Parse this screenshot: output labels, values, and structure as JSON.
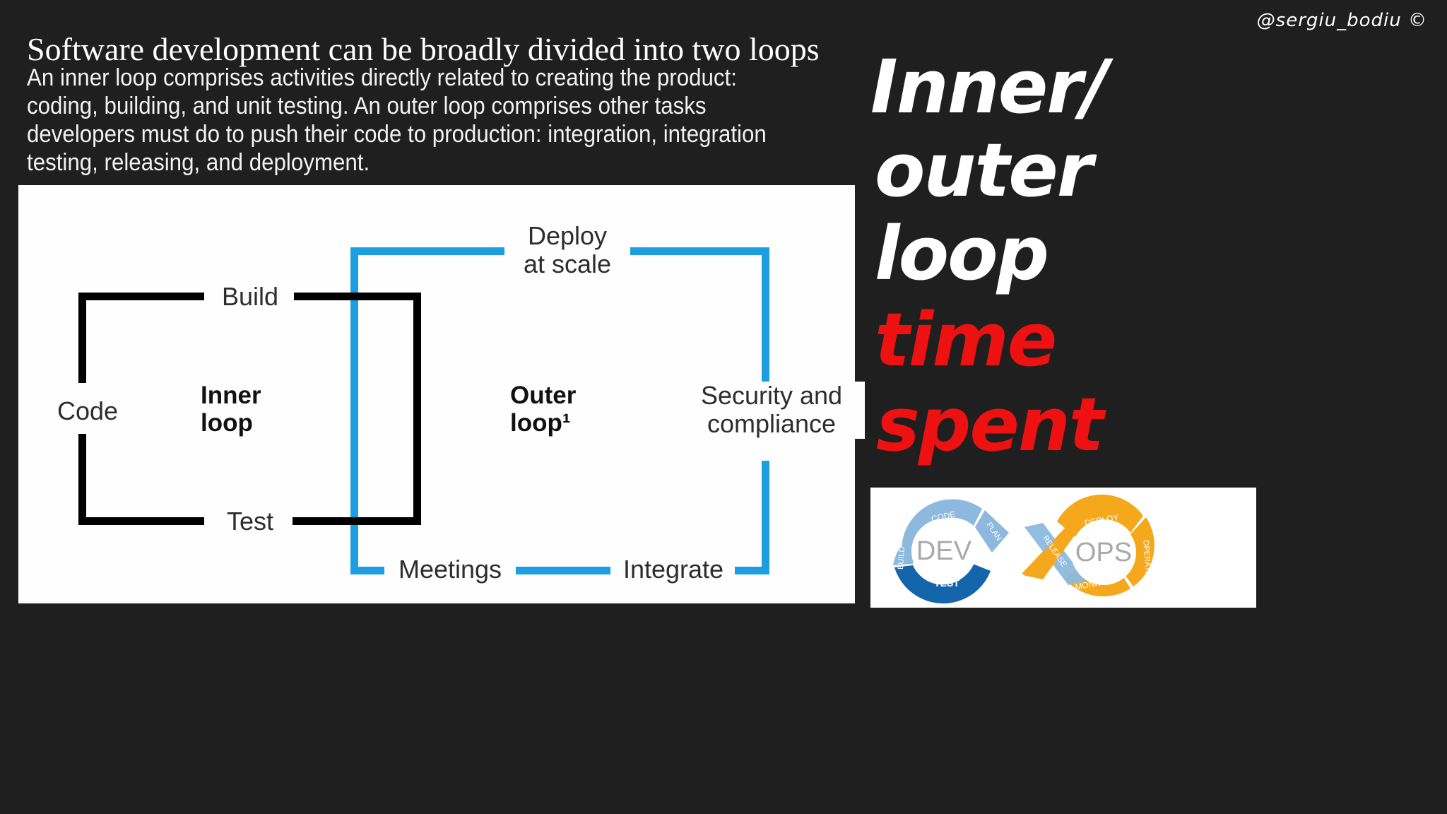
{
  "slide": {
    "title": "Software development can be broadly divided into two loops",
    "body": "An inner loop comprises activities directly related to creating the product: coding, building, and unit testing. An outer loop comprises other tasks developers must do to push their code to production: integration, integration testing, releasing, and deployment."
  },
  "diagram": {
    "inner_loop_label_line1": "Inner",
    "inner_loop_label_line2": "loop",
    "outer_loop_label_line1": "Outer",
    "outer_loop_label_line2": "loop¹",
    "nodes": {
      "code": "Code",
      "build": "Build",
      "test": "Test",
      "deploy_line1": "Deploy",
      "deploy_line2": "at scale",
      "security_line1": "Security and",
      "security_line2": "compliance",
      "integrate": "Integrate",
      "meetings": "Meetings"
    },
    "colors": {
      "inner_loop_stroke": "#000000",
      "outer_loop_stroke": "#1c9ee0",
      "panel_background": "#fefefe",
      "label_text": "#2d2d2d"
    }
  },
  "sidebar": {
    "handle": "@sergiu_bodiu ©",
    "words": [
      {
        "text": "Inner/",
        "color": "#ffffff"
      },
      {
        "text": "outer",
        "color": "#ffffff"
      },
      {
        "text": "loop",
        "color": "#ffffff"
      },
      {
        "text": "time",
        "color": "#ee1111"
      },
      {
        "text": "spent",
        "color": "#ee1111"
      }
    ]
  },
  "devops": {
    "dev_label": "DEV",
    "ops_label": "OPS",
    "dev_stages": [
      "CODE",
      "PLAN",
      "BUILD",
      "TEST"
    ],
    "ops_stages": [
      "DEPLOY",
      "RELEASE",
      "OPERATE",
      "MONITOR"
    ],
    "colors": {
      "dev_light_blue": "#8cb9dd",
      "dev_dark_blue": "#1565ad",
      "ops_orange": "#f5a81c",
      "center_text": "#a9a9a9"
    }
  },
  "theme": {
    "background": "#201f1f",
    "text": "#ffffff",
    "accent_blue": "#1c9ee0",
    "accent_red": "#ee1111"
  }
}
